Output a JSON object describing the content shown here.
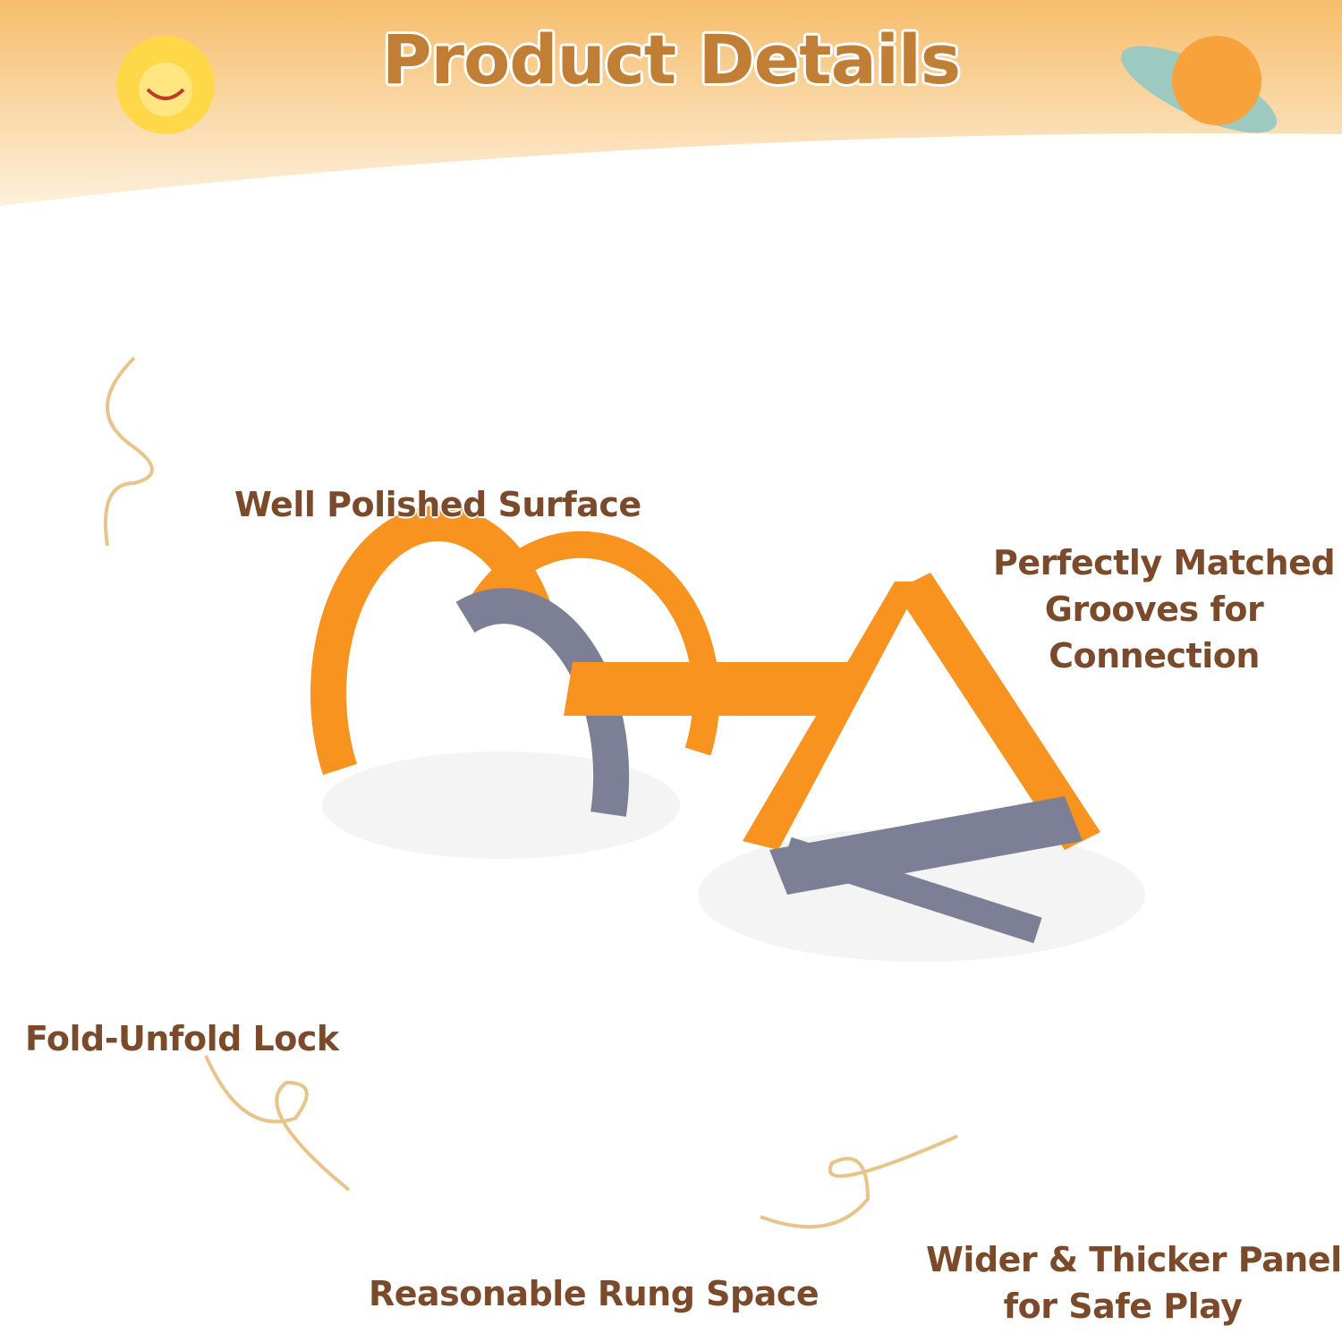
{
  "header": {
    "title": "Product Details"
  },
  "features": [
    {
      "lines": [
        "Well Polished Surface"
      ]
    },
    {
      "lines": [
        "Perfectly Matched",
        "Grooves for",
        "Connection"
      ]
    },
    {
      "lines": [
        "Fold-Unfold Lock"
      ]
    },
    {
      "lines": [
        "Reasonable Rung Space"
      ]
    },
    {
      "lines": [
        "Wider & Thicker Panel",
        "for Safe Play"
      ]
    }
  ],
  "colors": {
    "title": "#c07f35",
    "label": "#7b4a2a",
    "orange": "#f7931e",
    "yellow": "#ffc20e",
    "gray": "#8a8fa8",
    "banner": "#f7c57a"
  }
}
